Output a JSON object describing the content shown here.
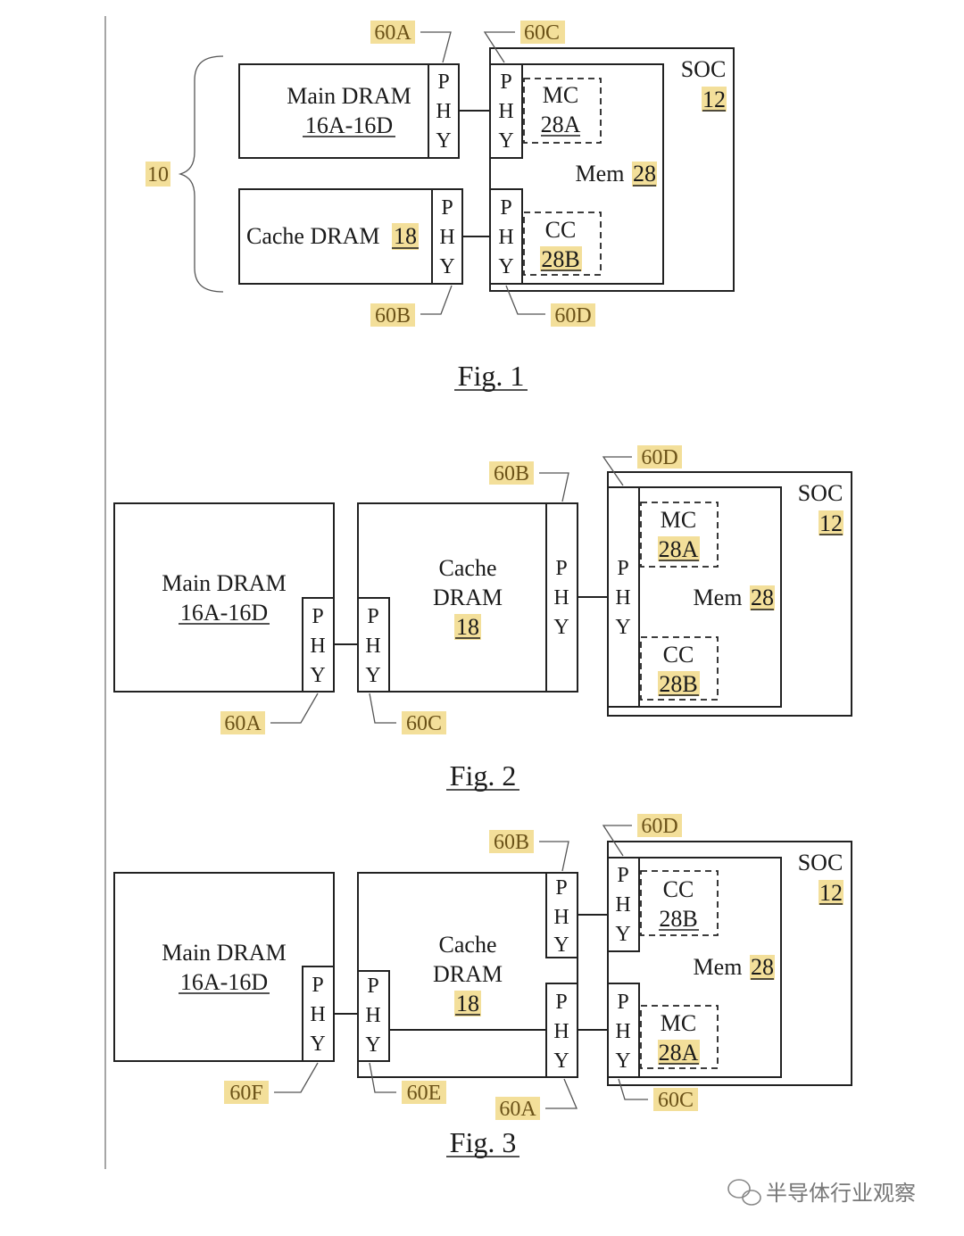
{
  "fig1": {
    "caption": "Fig. 1",
    "brace_ref": "10",
    "main_dram": {
      "name": "Main DRAM",
      "num": "16A-16D"
    },
    "cache_dram": {
      "name": "Cache DRAM",
      "num": "18"
    },
    "soc": {
      "name": "SOC",
      "num": "12"
    },
    "mem": {
      "name": "Mem",
      "num": "28"
    },
    "mc": {
      "name": "MC",
      "num": "28A"
    },
    "cc": {
      "name": "CC",
      "num": "28B"
    },
    "refs": {
      "a": "60A",
      "b": "60B",
      "c": "60C",
      "d": "60D"
    }
  },
  "fig2": {
    "caption": "Fig. 2",
    "main_dram": {
      "name": "Main DRAM",
      "num": "16A-16D"
    },
    "cache_dram": {
      "name1": "Cache",
      "name2": "DRAM",
      "num": "18"
    },
    "soc": {
      "name": "SOC",
      "num": "12"
    },
    "mem": {
      "name": "Mem",
      "num": "28"
    },
    "mc": {
      "name": "MC",
      "num": "28A"
    },
    "cc": {
      "name": "CC",
      "num": "28B"
    },
    "refs": {
      "a": "60A",
      "b": "60B",
      "c": "60C",
      "d": "60D"
    }
  },
  "fig3": {
    "caption": "Fig. 3",
    "main_dram": {
      "name": "Main DRAM",
      "num": "16A-16D"
    },
    "cache_dram": {
      "name1": "Cache",
      "name2": "DRAM",
      "num": "18"
    },
    "soc": {
      "name": "SOC",
      "num": "12"
    },
    "mem": {
      "name": "Mem",
      "num": "28"
    },
    "mc": {
      "name": "MC",
      "num": "28A"
    },
    "cc": {
      "name": "CC",
      "num": "28B"
    },
    "refs": {
      "a": "60A",
      "b": "60B",
      "c": "60C",
      "d": "60D",
      "e": "60E",
      "f": "60F"
    }
  },
  "phy": {
    "p": "P",
    "h": "H",
    "y": "Y"
  },
  "watermark": "半导体行业观察",
  "colors": {
    "highlight": "#f3df9a",
    "ref_text": "#6b5218"
  }
}
